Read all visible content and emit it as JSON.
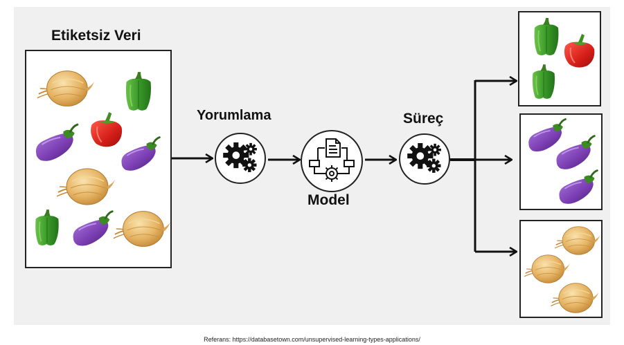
{
  "labels": {
    "unlabeled_data": "Etiketsiz Veri",
    "interpretation": "Yorumlama",
    "model": "Model",
    "process": "Süreç"
  },
  "reference": "Referans: https://databasetown.com/unsupervised-learning-types-applications/",
  "colors": {
    "onion": "#e8b96a",
    "pepper_green": "#3fa12f",
    "pepper_red": "#d8221e",
    "eggplant": "#7d3fb5",
    "arrow": "#111111"
  },
  "icons": [
    "gear-icon",
    "document-flow-icon",
    "arrow-icon"
  ]
}
